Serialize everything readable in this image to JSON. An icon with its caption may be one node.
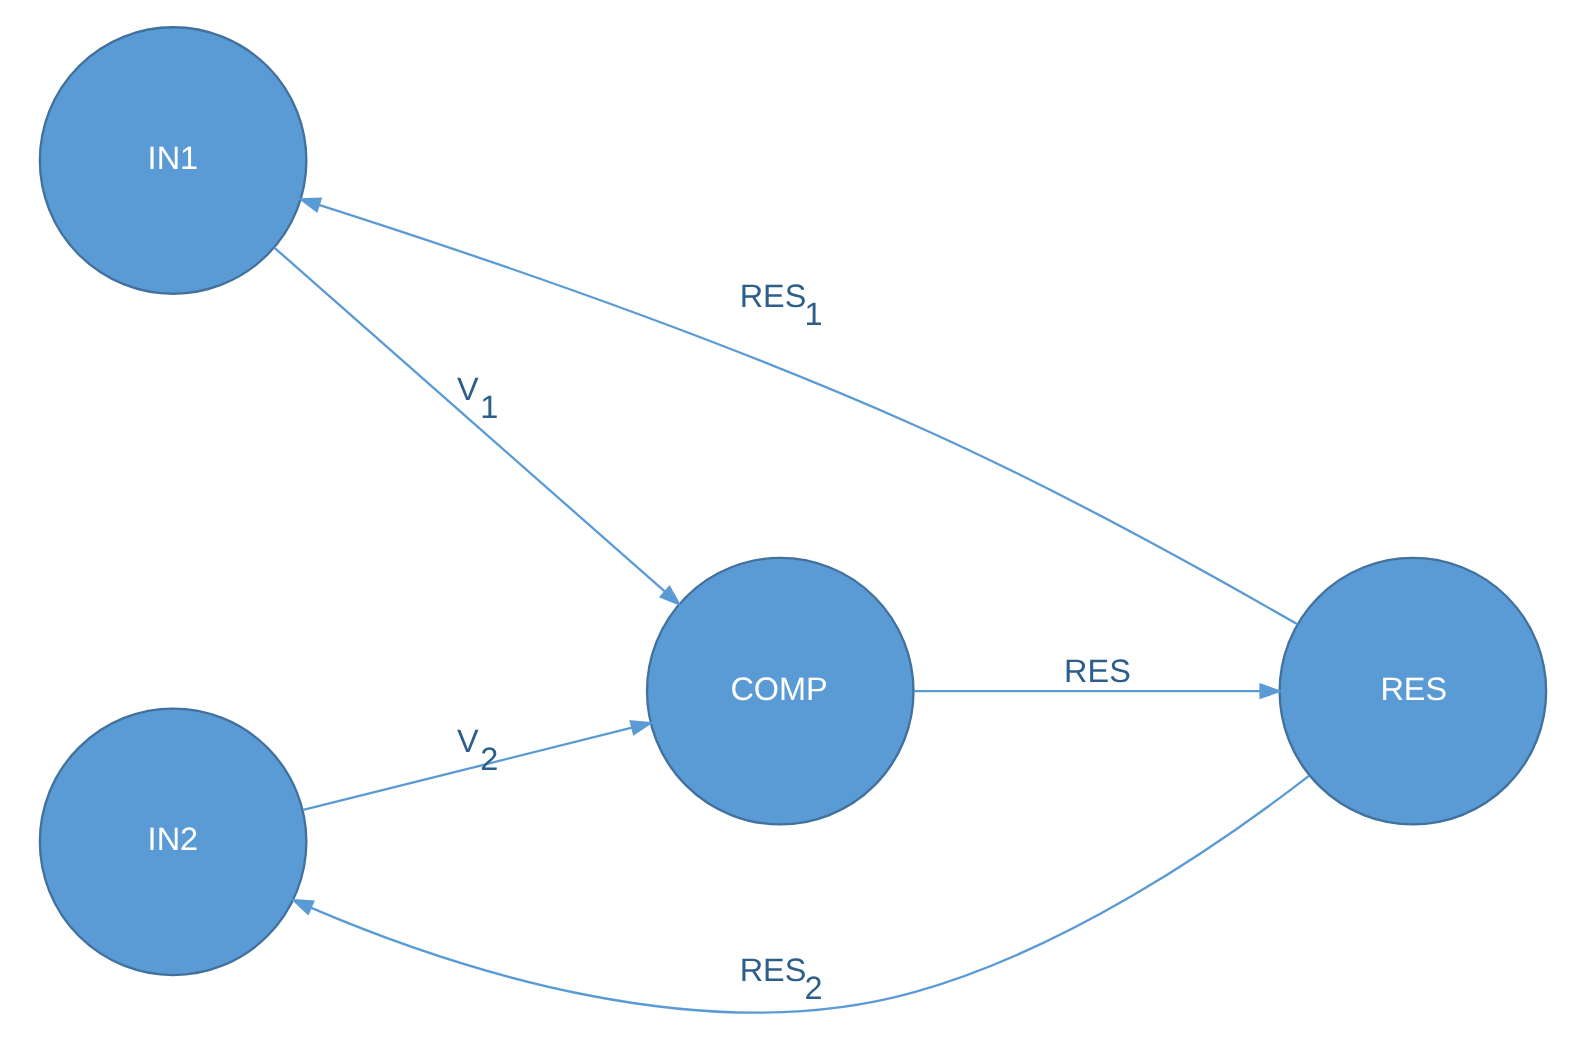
{
  "diagram": {
    "nodes": [
      {
        "text": [
          "IN1"
        ]
      },
      {
        "text": [
          "COMP"
        ]
      },
      {
        "text": [
          "RES"
        ]
      },
      {
        "text": [
          "IN2"
        ]
      }
    ],
    "edges": [
      {
        "from": 0,
        "to": 1,
        "arrow": "to",
        "label": "V$_{1}$"
      },
      {
        "from": 3,
        "to": 1,
        "arrow": "to",
        "label": "V$_{2}$"
      },
      {
        "from": 1,
        "to": 2,
        "arrow": "to",
        "label": "RES"
      },
      {
        "from": 2,
        "to": 0,
        "arrow": "to",
        "label": "RES$_{1}$"
      },
      {
        "from": 2,
        "to": 3,
        "arrow": "to",
        "label": "RES$_{2}$"
      }
    ]
  }
}
